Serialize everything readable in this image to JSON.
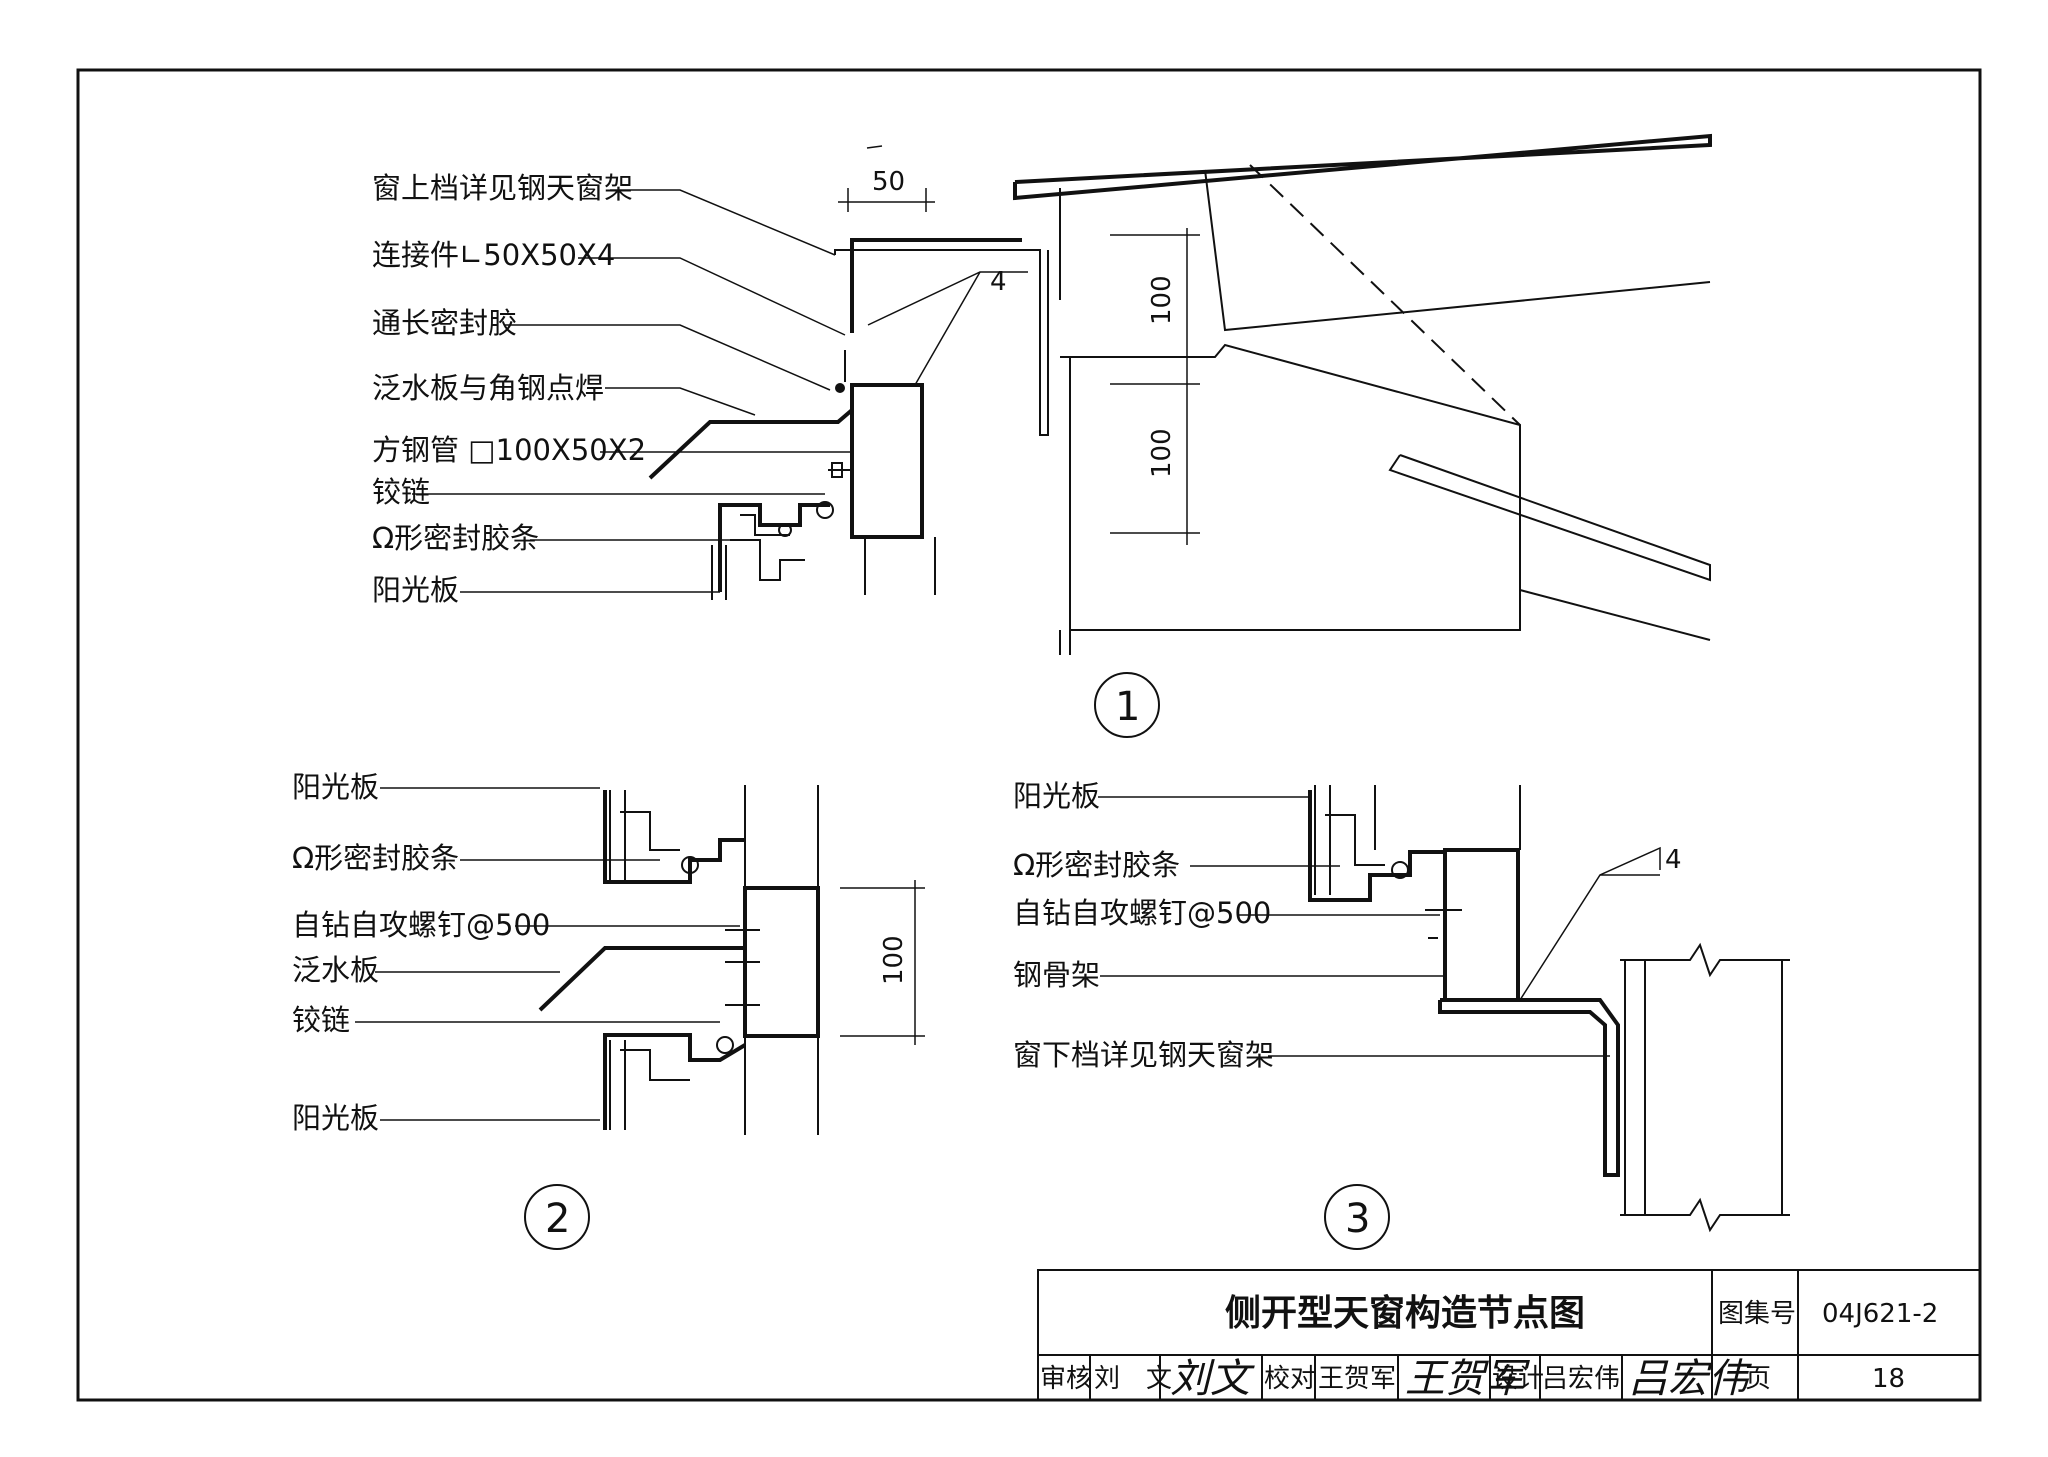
{
  "detail1": {
    "labels": [
      "窗上档详见钢天窗架",
      "连接件∟50X50X4",
      "通长密封胶",
      "泛水板与角钢点焊",
      "方钢管 □100X50X2",
      "铰链",
      "Ω形密封胶条",
      "阳光板"
    ],
    "dim_width": "50",
    "dim_upper": "100",
    "dim_lower": "100",
    "weld_mark": "4",
    "number": "1"
  },
  "detail2": {
    "labels": [
      "阳光板",
      "Ω形密封胶条",
      "自钻自攻螺钉@500",
      "泛水板",
      "铰链",
      "阳光板"
    ],
    "dim": "100",
    "number": "2"
  },
  "detail3": {
    "labels": [
      "阳光板",
      "Ω形密封胶条",
      "自钻自攻螺钉@500",
      "钢骨架",
      "窗下档详见钢天窗架"
    ],
    "weld_mark": "4",
    "number": "3"
  },
  "title_block": {
    "title": "侧开型天窗构造节点图",
    "atlas_label": "图集号",
    "atlas_no": "04J621-2",
    "page_label": "页",
    "page_no": "18",
    "review_label": "审核",
    "reviewer": "刘　文",
    "check_label": "校对",
    "checker": "王贺军",
    "design_label": "设计",
    "designer": "吕宏伟"
  }
}
